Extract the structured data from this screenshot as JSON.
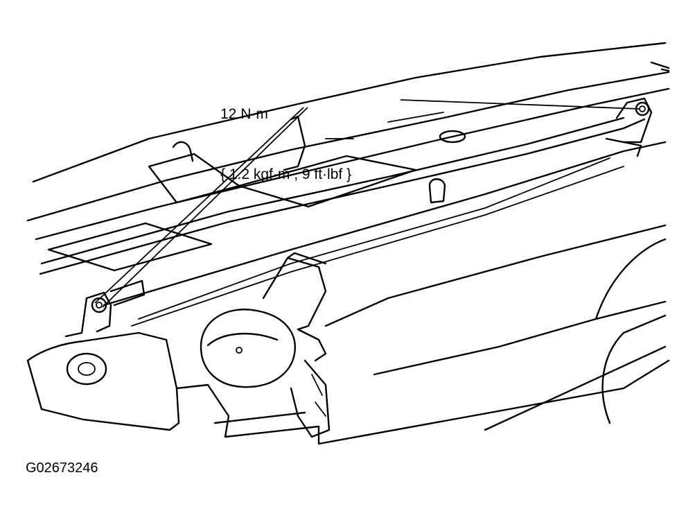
{
  "callout": {
    "torque_value": "12 N·m",
    "torque_conversion": "{ 1.2 kgf·m , 9 ft·lbf }"
  },
  "figure": {
    "id": "G02673246"
  }
}
